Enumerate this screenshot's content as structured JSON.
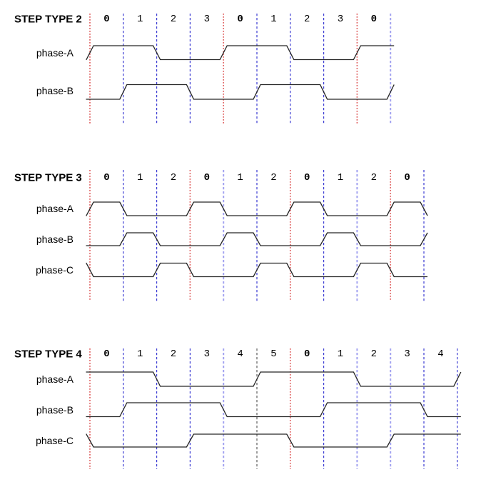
{
  "page": {
    "background": "#ffffff"
  },
  "colors": {
    "red": "#e06262",
    "blue": "#3a3ad2",
    "lightblue": "#a2a2f0",
    "dark": "#5c5c5c",
    "wave": "#262626",
    "text": "#000000"
  },
  "sections": [
    {
      "title": "STEP TYPE 2",
      "step_labels": [
        "0",
        "1",
        "2",
        "3",
        "0",
        "1",
        "2",
        "3",
        "0"
      ],
      "step_bold": [
        true,
        false,
        false,
        false,
        true,
        false,
        false,
        false,
        true
      ],
      "boundary_colors": [
        "red",
        "blue",
        "blue",
        "blue",
        "red",
        "blue",
        "blue",
        "blue",
        "red",
        "lightblue"
      ],
      "phases": [
        {
          "label": "phase-A",
          "pre": 0,
          "levels": [
            1,
            1,
            0,
            0,
            1,
            1,
            0,
            0,
            1
          ],
          "post": 1
        },
        {
          "label": "phase-B",
          "pre": 0,
          "levels": [
            0,
            1,
            1,
            0,
            0,
            1,
            1,
            0,
            0
          ],
          "post": 1
        }
      ]
    },
    {
      "title": "STEP TYPE 3",
      "step_labels": [
        "0",
        "1",
        "2",
        "0",
        "1",
        "2",
        "0",
        "1",
        "2",
        "0"
      ],
      "step_bold": [
        true,
        false,
        false,
        true,
        false,
        false,
        true,
        false,
        false,
        true
      ],
      "boundary_colors": [
        "red",
        "blue",
        "blue",
        "red",
        "lightblue",
        "blue",
        "red",
        "blue",
        "lightblue",
        "red",
        "blue"
      ],
      "phases": [
        {
          "label": "phase-A",
          "pre": 0,
          "levels": [
            1,
            0,
            0,
            1,
            0,
            0,
            1,
            0,
            0,
            1
          ],
          "post": 0
        },
        {
          "label": "phase-B",
          "pre": 0,
          "levels": [
            0,
            1,
            0,
            0,
            1,
            0,
            0,
            1,
            0,
            0
          ],
          "post": 1
        },
        {
          "label": "phase-C",
          "pre": 1,
          "levels": [
            0,
            0,
            1,
            0,
            0,
            1,
            0,
            0,
            1,
            0
          ],
          "post": 0
        }
      ]
    },
    {
      "title": "STEP TYPE 4",
      "step_labels": [
        "0",
        "1",
        "2",
        "3",
        "4",
        "5",
        "0",
        "1",
        "2",
        "3",
        "4"
      ],
      "step_bold": [
        true,
        false,
        false,
        false,
        false,
        false,
        true,
        false,
        false,
        false,
        false
      ],
      "boundary_colors": [
        "red",
        "blue",
        "blue",
        "blue",
        "lightblue",
        "dark",
        "red",
        "blue",
        "lightblue",
        "lightblue",
        "blue",
        "blue"
      ],
      "phases": [
        {
          "label": "phase-A",
          "pre": 1,
          "levels": [
            1,
            1,
            0,
            0,
            0,
            1,
            1,
            1,
            0,
            0,
            0
          ],
          "post": 1
        },
        {
          "label": "phase-B",
          "pre": 0,
          "levels": [
            0,
            1,
            1,
            1,
            0,
            0,
            0,
            1,
            1,
            1,
            0
          ],
          "post": 0
        },
        {
          "label": "phase-C",
          "pre": 1,
          "levels": [
            0,
            0,
            0,
            1,
            1,
            1,
            0,
            0,
            0,
            1,
            1
          ],
          "post": 1
        }
      ]
    }
  ]
}
